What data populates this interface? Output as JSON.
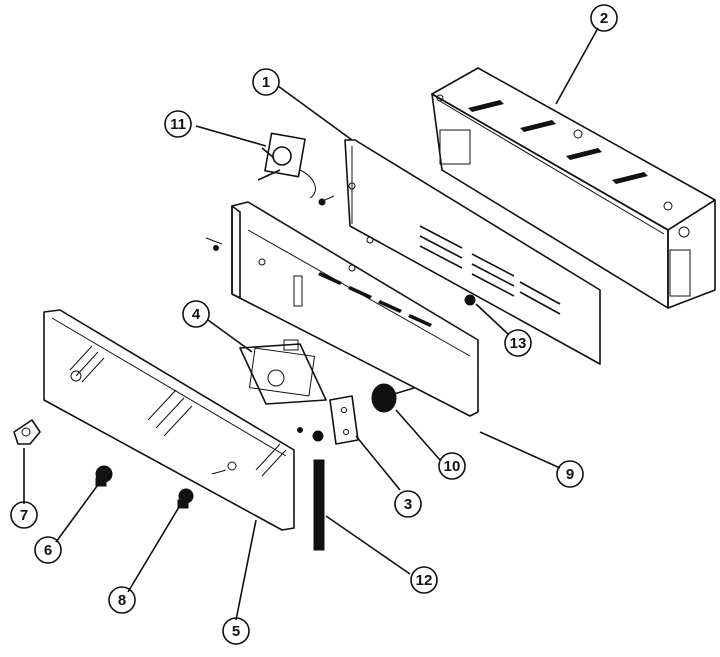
{
  "diagram": {
    "callouts": [
      {
        "id": "c1",
        "label": "1"
      },
      {
        "id": "c2",
        "label": "2"
      },
      {
        "id": "c3",
        "label": "3"
      },
      {
        "id": "c4",
        "label": "4"
      },
      {
        "id": "c5",
        "label": "5"
      },
      {
        "id": "c6",
        "label": "6"
      },
      {
        "id": "c7",
        "label": "7"
      },
      {
        "id": "c8",
        "label": "8"
      },
      {
        "id": "c9",
        "label": "9"
      },
      {
        "id": "c10",
        "label": "10"
      },
      {
        "id": "c11",
        "label": "11"
      },
      {
        "id": "c12",
        "label": "12"
      },
      {
        "id": "c13",
        "label": "13"
      }
    ],
    "colors": {
      "ink": "#111111",
      "paper": "#ffffff"
    }
  }
}
